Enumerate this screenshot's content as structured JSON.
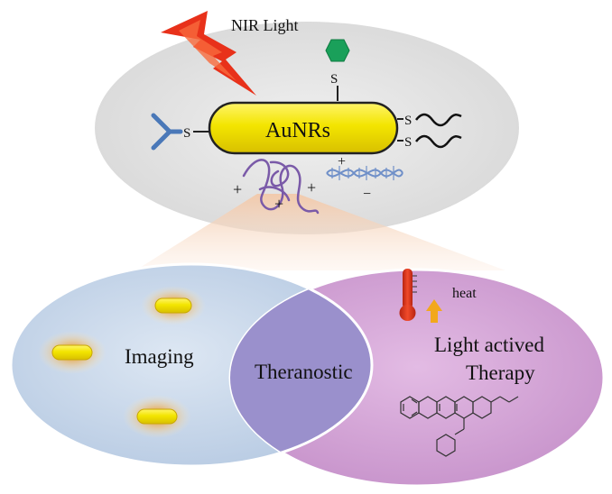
{
  "nanoparticle": {
    "label": "AuNRs",
    "light_label": "NIR Light",
    "sulfur_symbol": "S",
    "charge_plus": "+",
    "charge_minus": "−"
  },
  "venn": {
    "left_label": "Imaging",
    "center_label": "Theranostic",
    "right_label_line1": "Light actived",
    "right_label_line2": "Therapy",
    "heat_label": "heat"
  },
  "colors": {
    "gold_rod": "#f3e500",
    "lightning": "#e8311a",
    "hexagon": "#1aa05a",
    "antibody": "#4a78b8",
    "polymer": "#7a5aa8",
    "dna": "#6f8fc8",
    "imaging_ellipse": "#c9d7ea",
    "therapy_ellipse": "#d4a6d6",
    "overlap": "#9a90cc",
    "thermometer": "#d8351f",
    "heat_arrow": "#f2a81c"
  }
}
